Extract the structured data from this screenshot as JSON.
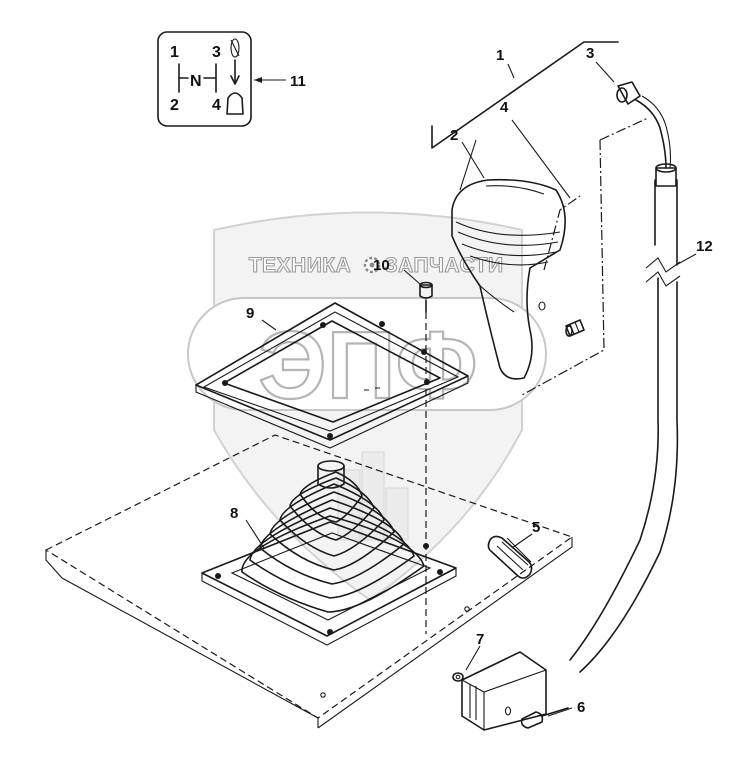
{
  "watermark": {
    "line1_left": "ТЕХНИКА",
    "line1_right": "ЗАПЧАСТИ",
    "logo_letters": "ЭПФ",
    "gear": "gear-icon"
  },
  "shift_pattern": {
    "top_left": "1",
    "bottom_left": "2",
    "neutral": "N",
    "top_right": "3",
    "bottom_right": "4",
    "callout": "11"
  },
  "parts": [
    {
      "label": "1"
    },
    {
      "label": "2"
    },
    {
      "label": "3"
    },
    {
      "label": "4"
    },
    {
      "label": "5"
    },
    {
      "label": "6"
    },
    {
      "label": "7"
    },
    {
      "label": "8"
    },
    {
      "label": "9"
    },
    {
      "label": "10"
    },
    {
      "label": "12"
    }
  ]
}
